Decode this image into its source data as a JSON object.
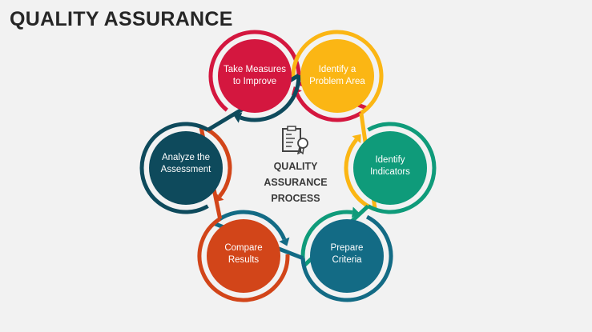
{
  "title": "QUALITY ASSURANCE",
  "center": {
    "line1": "QUALITY",
    "line2": "ASSURANCE",
    "line3": "PROCESS",
    "icon": "clipboard-certificate-icon"
  },
  "steps": [
    {
      "label": "Take Measures to Improve",
      "color": "#d4173f"
    },
    {
      "label": "Identify a Problem Area",
      "color": "#fbb614"
    },
    {
      "label": "Identify Indicators",
      "color": "#0f9b7a"
    },
    {
      "label": "Prepare Criteria",
      "color": "#136b85"
    },
    {
      "label": "Compare Results",
      "color": "#d24519"
    },
    {
      "label": "Analyze the Assessment",
      "color": "#0e4a5c"
    }
  ]
}
